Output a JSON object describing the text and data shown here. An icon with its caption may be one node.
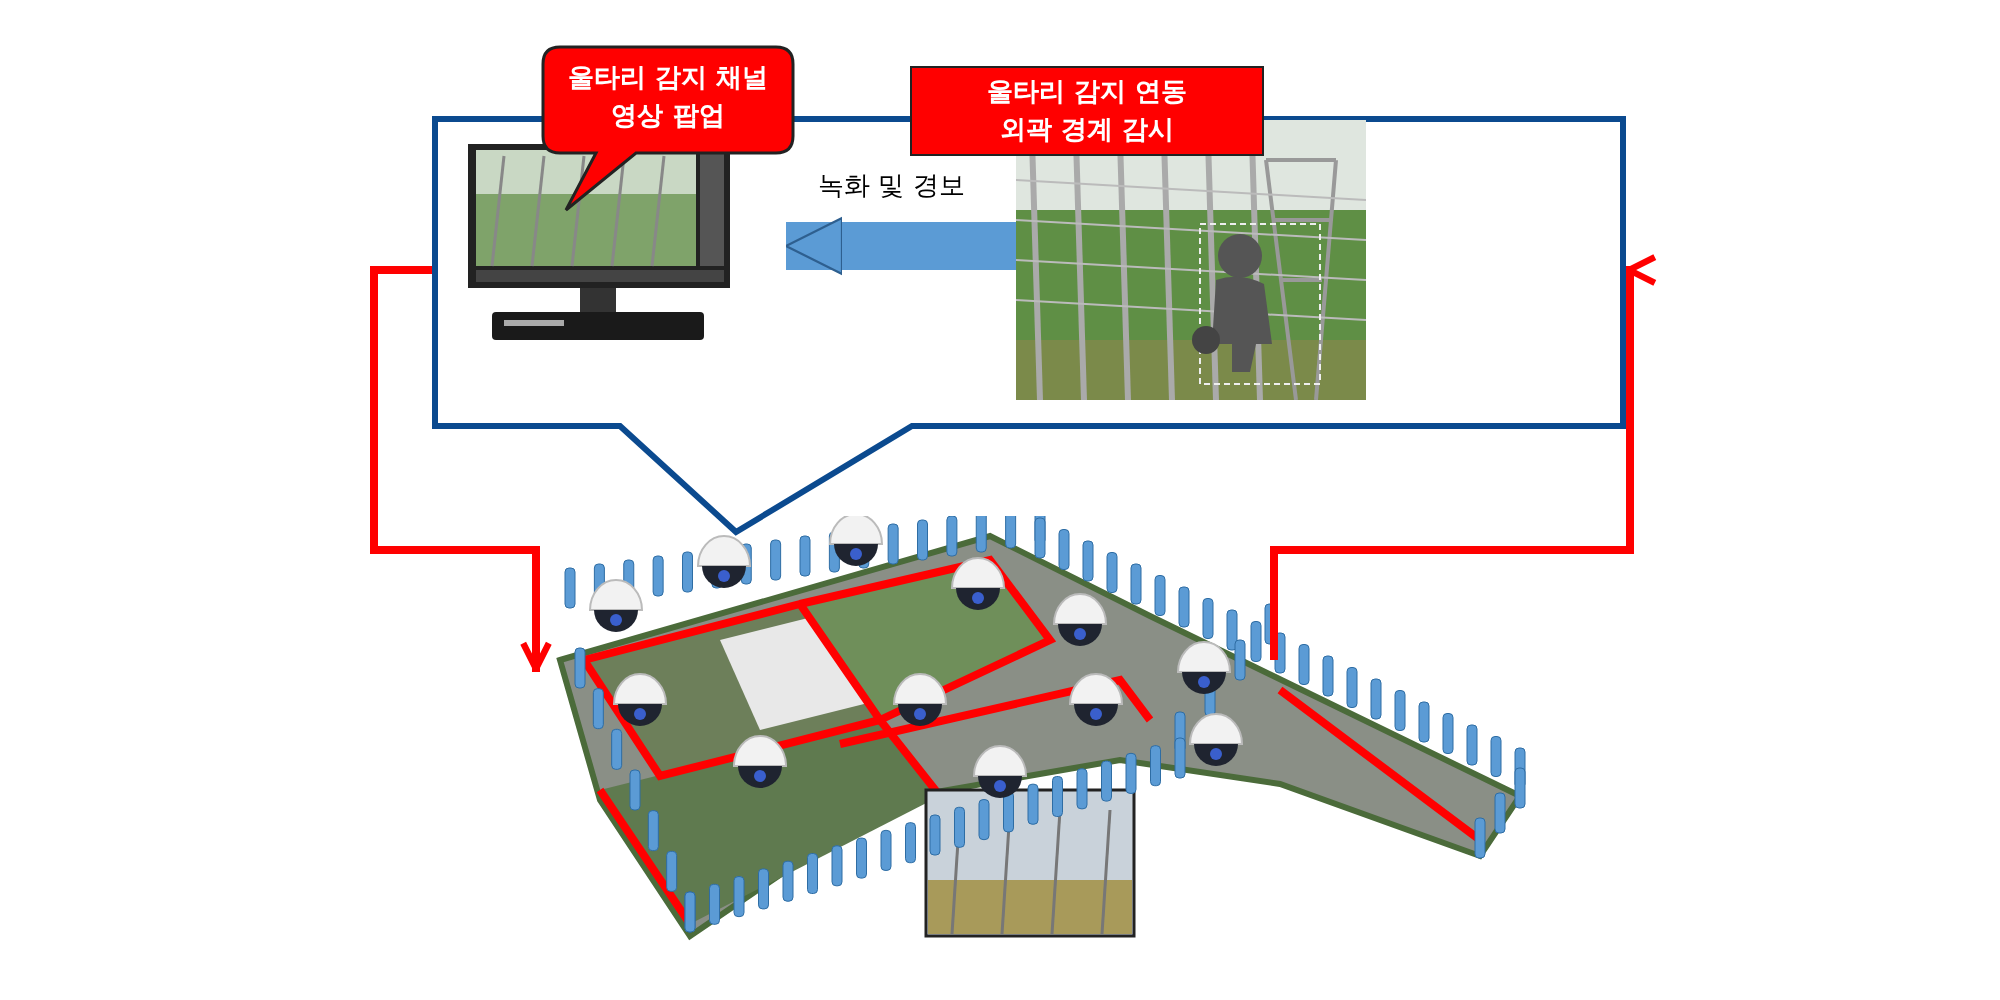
{
  "diagram": {
    "nodes": [
      {
        "text": [],
        "shape": "box"
      },
      {
        "text": [],
        "shape": "picture",
        "in": 0
      },
      {
        "text": [
          "울타리 감지 채널 영상 팝업"
        ]
      },
      {
        "text": [
          "울타리 감지 연동 외곽 경계 감시"
        ]
      },
      {
        "text": [],
        "shape": "picture",
        "in": 0
      },
      {
        "text": [],
        "shape": "picture"
      }
    ],
    "edges": [
      {
        "from": 4,
        "to": 1,
        "arrow": "to",
        "label": "녹화 및 경보",
        "style": "thick",
        "color": "#5b9bd5"
      },
      {
        "from": 0,
        "to": 5,
        "arrow": "to",
        "color": "#ff0000"
      },
      {
        "from": 5,
        "to": 0,
        "arrow": "to",
        "color": "#ff0000"
      }
    ]
  }
}
